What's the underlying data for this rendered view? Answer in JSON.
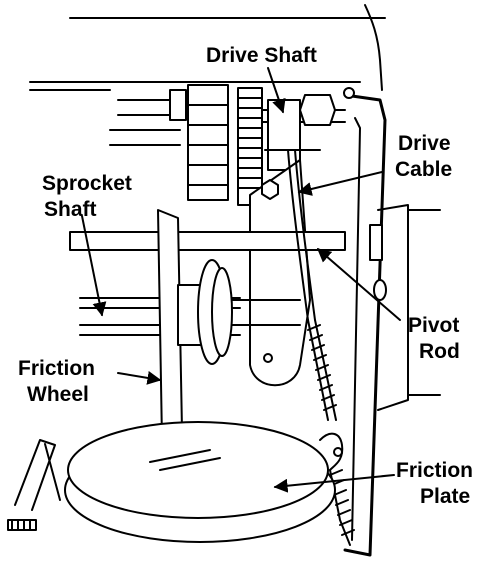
{
  "labels": {
    "drive_shaft": "Drive Shaft",
    "drive_cable_line1": "Drive",
    "drive_cable_line2": "Cable",
    "sprocket_shaft_line1": "Sprocket",
    "sprocket_shaft_line2": "Shaft",
    "pivot_rod_line1": "Pivot",
    "pivot_rod_line2": "Rod",
    "friction_wheel_line1": "Friction",
    "friction_wheel_line2": "Wheel",
    "friction_plate_line1": "Friction",
    "friction_plate_line2": "Plate"
  },
  "colors": {
    "ink": "#000000",
    "paper": "#ffffff"
  }
}
